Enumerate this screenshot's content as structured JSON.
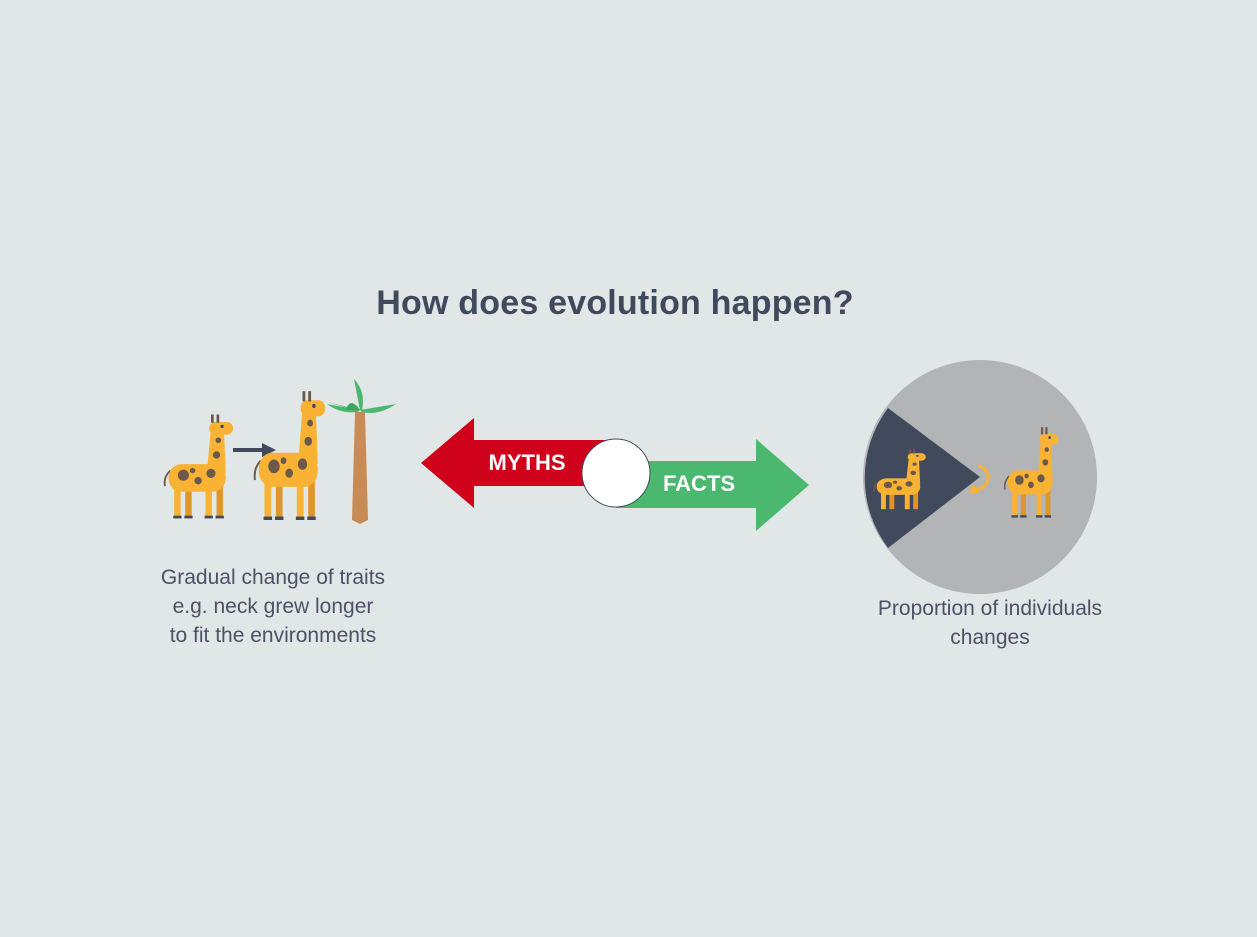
{
  "title": "How does evolution happen?",
  "arrows": {
    "myths_label": "MYTHS",
    "facts_label": "FACTS"
  },
  "left_caption": [
    "Gradual change of traits",
    "e.g. neck grew longer",
    "to fit the environments"
  ],
  "right_caption": [
    "Proportion of individuals",
    "changes"
  ],
  "colors": {
    "background": "#e1e7e6",
    "title": "#414a5c",
    "myths": "#d0021b",
    "facts": "#4ab86e",
    "giraffe": "#f9b233",
    "giraffe_spots": "#6b5a4a",
    "circle": "#b3b4b6",
    "wedge": "#414a5c",
    "tree_trunk": "#c98b55",
    "tree_leaves": "#4ab86e"
  },
  "icons": [
    "small-giraffe-icon",
    "arrow-right-icon",
    "tall-giraffe-icon",
    "palm-tree-icon",
    "refresh-icon"
  ]
}
